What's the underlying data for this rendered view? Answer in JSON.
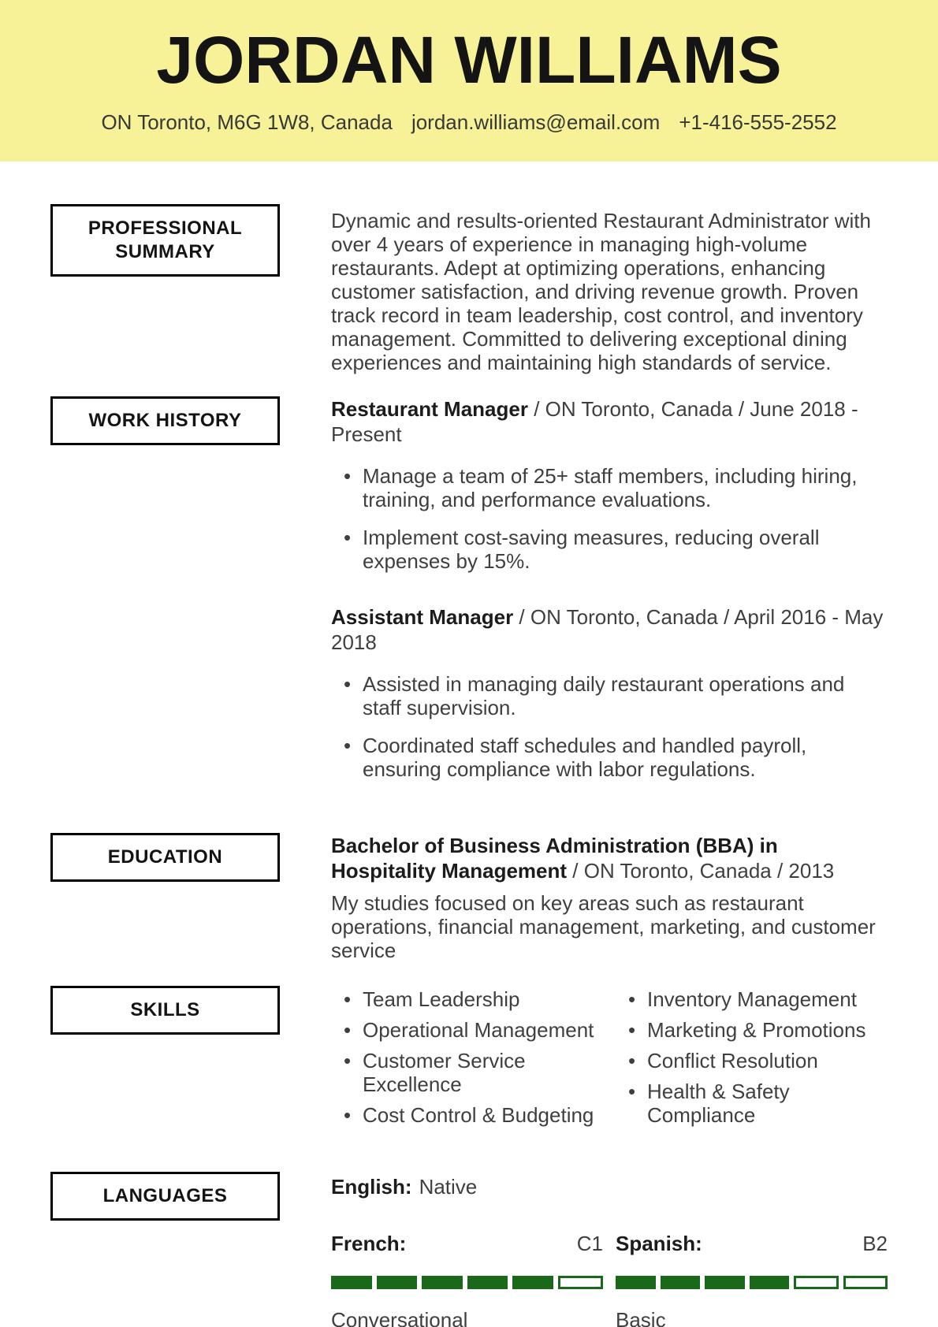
{
  "colors": {
    "header_bg": "#F7F297",
    "bar_green": "#1A691A"
  },
  "header": {
    "name": "JORDAN WILLIAMS",
    "location": "ON Toronto, M6G 1W8, Canada",
    "email": "jordan.williams@email.com",
    "phone": "+1-416-555-2552"
  },
  "sections": {
    "summary": {
      "label": "PROFESSIONAL SUMMARY",
      "text": "Dynamic and results-oriented Restaurant Administrator with over 4 years of experience in managing high-volume restaurants. Adept at optimizing operations, enhancing customer satisfaction, and driving revenue growth. Proven track record in team leadership, cost control, and inventory management. Committed to delivering exceptional dining experiences and maintaining high standards of service."
    },
    "work": {
      "label": "WORK HISTORY",
      "jobs": [
        {
          "title": "Restaurant Manager",
          "meta": " / ON Toronto, Canada / June 2018 - Present",
          "bullets": [
            "Manage a team of 25+ staff members, including hiring, training, and performance evaluations.",
            "Implement cost-saving measures, reducing overall expenses by 15%."
          ]
        },
        {
          "title": "Assistant Manager",
          "meta": " / ON Toronto, Canada / April 2016 - May 2018",
          "bullets": [
            "Assisted in managing daily restaurant operations and staff supervision.",
            "Coordinated staff schedules and handled payroll, ensuring compliance with labor regulations."
          ]
        }
      ]
    },
    "education": {
      "label": "EDUCATION",
      "degree": "Bachelor of Business Administration (BBA) in Hospitality Management",
      "meta": " / ON Toronto, Canada / 2013",
      "description": "My studies focused on key areas such as restaurant operations, financial management, marketing, and customer service"
    },
    "skills": {
      "label": "SKILLS",
      "left": [
        "Team Leadership",
        "Operational Management",
        "Customer Service Excellence",
        "Cost Control & Budgeting"
      ],
      "right": [
        "Inventory Management",
        "Marketing & Promotions",
        "Conflict Resolution",
        "Health & Safety Compliance"
      ]
    },
    "languages": {
      "label": "LANGUAGES",
      "primary": {
        "label": "English:",
        "value": "Native"
      },
      "items": [
        {
          "label": "French:",
          "level": "C1",
          "filled": 5,
          "total": 6,
          "proficiency": "Conversational"
        },
        {
          "label": "Spanish:",
          "level": "B2",
          "filled": 4,
          "total": 6,
          "proficiency": "Basic"
        }
      ]
    }
  }
}
